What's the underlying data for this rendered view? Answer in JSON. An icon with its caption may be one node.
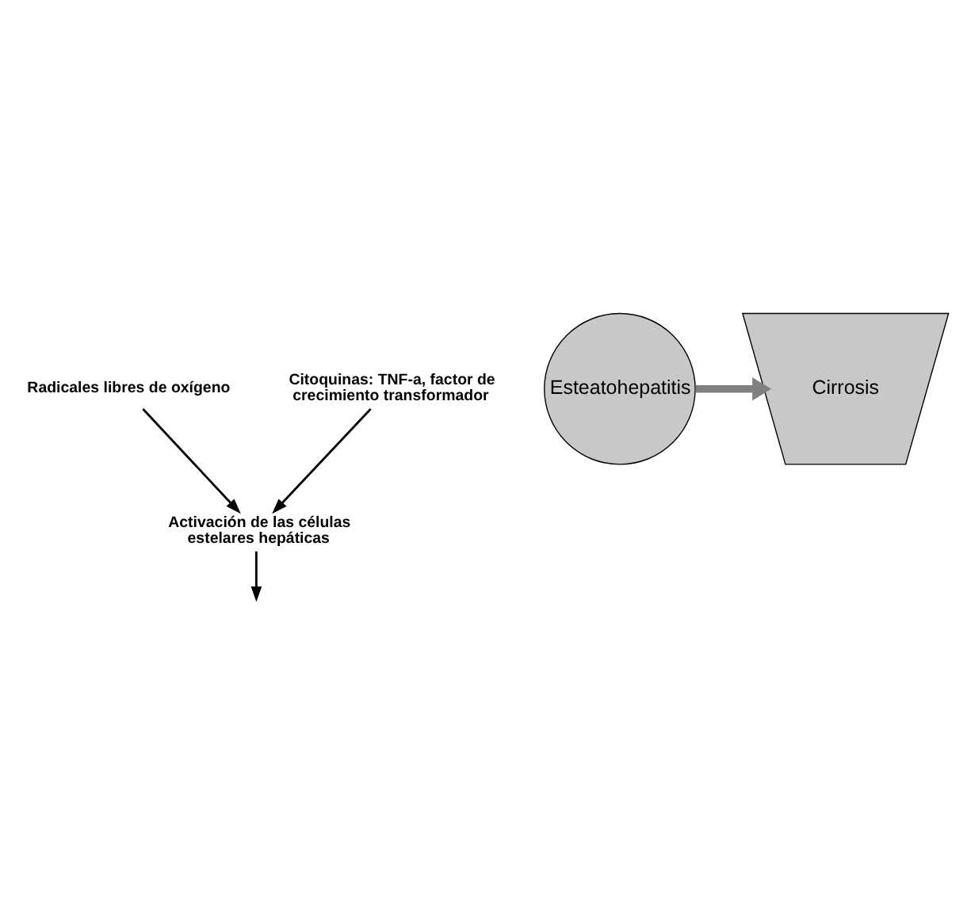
{
  "diagram": {
    "nodes": [
      {
        "text": [
          "Radicales libres de oxígeno"
        ]
      },
      {
        "text": [
          "Citoquinas: TNF-a, factor de crecimiento transformador"
        ]
      },
      {
        "text": [
          "Activación de las células estelares hepáticas"
        ]
      },
      {
        "text": [
          "Esteatohepatitis"
        ]
      },
      {
        "text": [
          "Cirrosis"
        ]
      }
    ],
    "edges": [
      {
        "from": 0,
        "to": 2,
        "arrow": "to"
      },
      {
        "from": 1,
        "to": 2,
        "arrow": "to"
      },
      {
        "from": 2,
        "to": null,
        "arrow": "to"
      },
      {
        "from": 3,
        "to": 4,
        "arrow": "to",
        "style": "thick",
        "color": "#808080"
      }
    ]
  }
}
